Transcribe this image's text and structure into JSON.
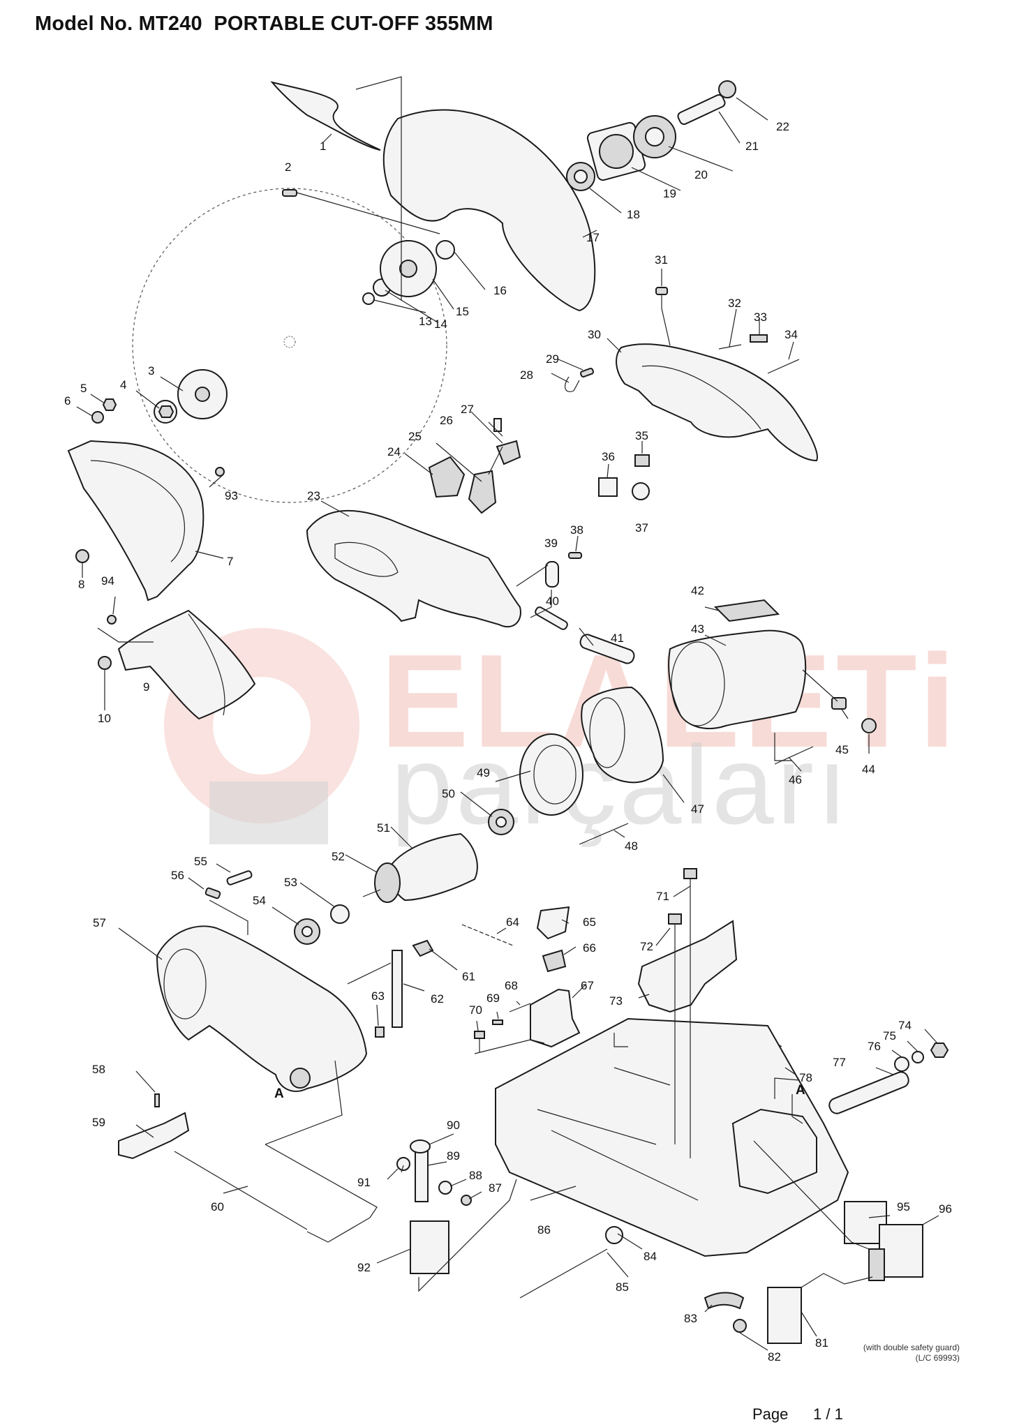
{
  "header": {
    "title": "Model No. MT240  PORTABLE CUT-OFF 355MM"
  },
  "watermark": {
    "line1": "ELALETi",
    "line2": "parçaları",
    "accent_color": "#e8604f"
  },
  "part_labels": [
    "1",
    "2",
    "3",
    "4",
    "5",
    "6",
    "7",
    "8",
    "9",
    "10",
    "13",
    "14",
    "15",
    "16",
    "17",
    "18",
    "19",
    "20",
    "21",
    "22",
    "23",
    "24",
    "25",
    "26",
    "27",
    "28",
    "29",
    "30",
    "31",
    "32",
    "33",
    "34",
    "35",
    "36",
    "37",
    "38",
    "39",
    "40",
    "41",
    "42",
    "43",
    "44",
    "45",
    "46",
    "47",
    "48",
    "49",
    "50",
    "51",
    "52",
    "53",
    "54",
    "55",
    "56",
    "57",
    "58",
    "59",
    "60",
    "61",
    "62",
    "63",
    "64",
    "65",
    "66",
    "67",
    "68",
    "69",
    "70",
    "71",
    "72",
    "73",
    "74",
    "75",
    "76",
    "77",
    "78",
    "81",
    "82",
    "83",
    "84",
    "85",
    "86",
    "87",
    "88",
    "89",
    "90",
    "91",
    "92",
    "93",
    "94",
    "95",
    "96"
  ],
  "section_marks": [
    "A",
    "A"
  ],
  "footnote": {
    "line1": "(with double safety guard)",
    "line2": "(L/C 69993)"
  },
  "footer": {
    "page_label": "Page",
    "page_value": "1 / 1"
  }
}
